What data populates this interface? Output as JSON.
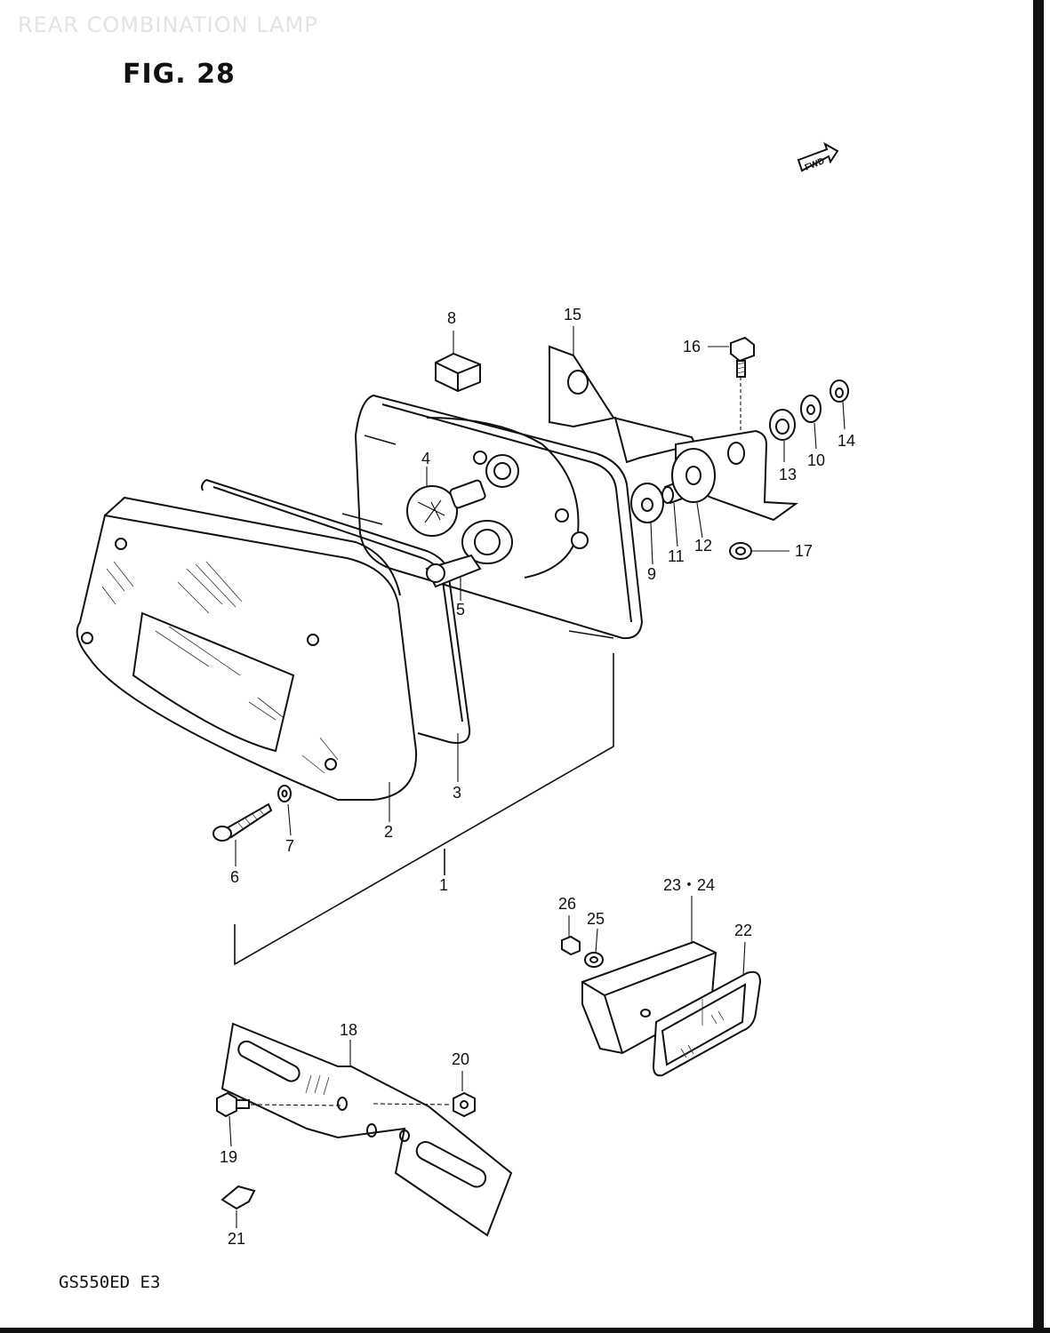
{
  "header": {
    "watermark": "REAR COMBINATION LAMP",
    "figure": "FIG. 28",
    "fwd_badge": "FWD"
  },
  "footer": {
    "model_code": "GS550ED E3"
  },
  "callouts": {
    "c1": "1",
    "c2": "2",
    "c3": "3",
    "c4": "4",
    "c5": "5",
    "c6": "6",
    "c7": "7",
    "c8": "8",
    "c9": "9",
    "c10": "10",
    "c11": "11",
    "c12": "12",
    "c13": "13",
    "c14": "14",
    "c15": "15",
    "c16": "16",
    "c17": "17",
    "c18": "18",
    "c19": "19",
    "c20": "20",
    "c21": "21",
    "c22": "22",
    "c23_24": "23・24",
    "c25": "25",
    "c26": "26"
  }
}
